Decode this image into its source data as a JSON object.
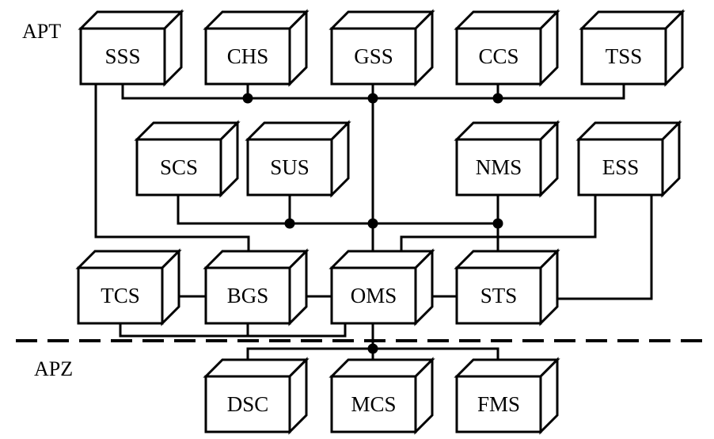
{
  "regions": {
    "top": "APT",
    "bottom": "APZ"
  },
  "boxes": {
    "sss": "SSS",
    "chs": "CHS",
    "gss": "GSS",
    "ccs": "CCS",
    "tss": "TSS",
    "scs": "SCS",
    "sus": "SUS",
    "nms": "NMS",
    "ess": "ESS",
    "tcs": "TCS",
    "bgs": "BGS",
    "oms": "OMS",
    "sts": "STS",
    "dsc": "DSC",
    "mcs": "MCS",
    "fms": "FMS"
  },
  "colors": {
    "stroke": "#000000",
    "fill": "#ffffff"
  }
}
